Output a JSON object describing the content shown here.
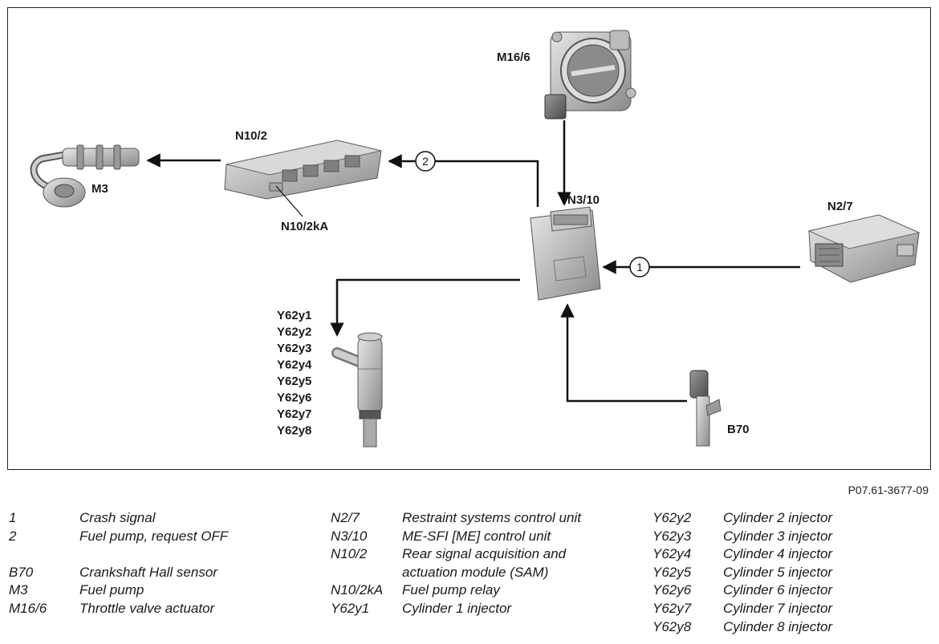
{
  "diagram": {
    "labels": {
      "m16_6": "M16/6",
      "n10_2": "N10/2",
      "m3": "M3",
      "n10_2ka": "N10/2kA",
      "n3_10": "N3/10",
      "n2_7": "N2/7",
      "b70": "B70",
      "injectors": [
        "Y62y1",
        "Y62y2",
        "Y62y3",
        "Y62y4",
        "Y62y5",
        "Y62y6",
        "Y62y7",
        "Y62y8"
      ]
    },
    "signals": {
      "crash_signal_number": "1",
      "fuel_pump_off_number": "2"
    }
  },
  "figure_id": "P07.61-3677-09",
  "legend": {
    "col1": [
      {
        "code": "1",
        "desc": "Crash signal"
      },
      {
        "code": "2",
        "desc": "Fuel pump, request OFF"
      },
      {
        "code": "",
        "desc": ""
      },
      {
        "code": "B70",
        "desc": "Crankshaft Hall sensor"
      },
      {
        "code": "M3",
        "desc": "Fuel pump"
      },
      {
        "code": "M16/6",
        "desc": "Throttle valve actuator"
      }
    ],
    "col2": [
      {
        "code": "N2/7",
        "desc": "Restraint systems control unit"
      },
      {
        "code": "N3/10",
        "desc": "ME-SFI [ME] control unit"
      },
      {
        "code": "N10/2",
        "desc": "Rear signal acquisition and"
      },
      {
        "code": "",
        "desc": "actuation module (SAM)"
      },
      {
        "code": "N10/2kA",
        "desc": "Fuel pump relay"
      },
      {
        "code": "Y62y1",
        "desc": "Cylinder 1 injector"
      }
    ],
    "col3": [
      {
        "code": "Y62y2",
        "desc": "Cylinder 2 injector"
      },
      {
        "code": "Y62y3",
        "desc": "Cylinder 3 injector"
      },
      {
        "code": "Y62y4",
        "desc": "Cylinder 4 injector"
      },
      {
        "code": "Y62y5",
        "desc": "Cylinder 5 injector"
      },
      {
        "code": "Y62y6",
        "desc": "Cylinder 6 injector"
      },
      {
        "code": "Y62y7",
        "desc": "Cylinder 7 injector"
      },
      {
        "code": "Y62y8",
        "desc": "Cylinder 8 injector"
      }
    ]
  }
}
